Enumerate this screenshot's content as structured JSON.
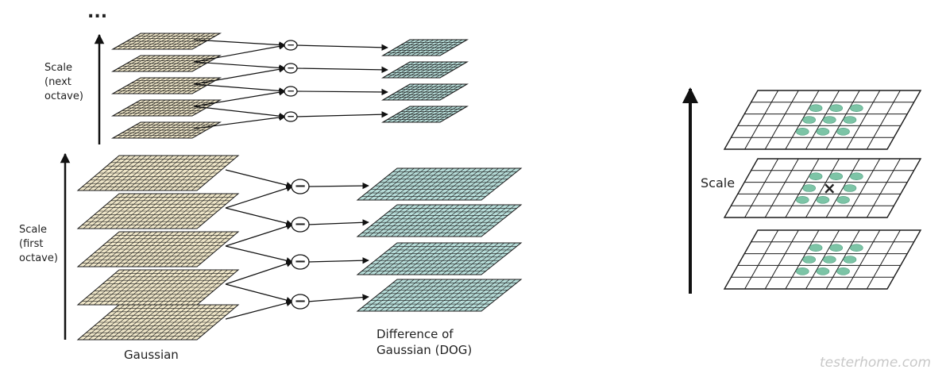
{
  "left_diagram": {
    "ellipsis": "...",
    "next_octave_label": [
      "Scale",
      "(next",
      "octave)"
    ],
    "first_octave_label": [
      "Scale",
      "(first",
      "octave)"
    ],
    "gaussian_label": "Gaussian",
    "dog_label": [
      "Difference of",
      "Gaussian (DOG)"
    ],
    "operator_symbol": "−"
  },
  "right_diagram": {
    "scale_label": "Scale",
    "center_marker": "×"
  },
  "watermark": "testerhome.com",
  "colors": {
    "gaussian_fill": "#efe6c8",
    "dog_fill": "#b6dcd8",
    "keypoint_fill": "#7cc4a6",
    "grid_line": "#1a1a1a"
  }
}
